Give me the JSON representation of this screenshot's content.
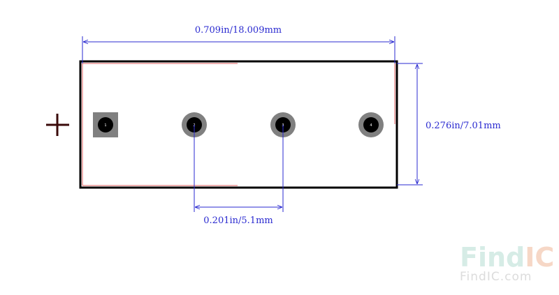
{
  "dimensions": {
    "width_label": "0.709in/18.009mm",
    "height_label": "0.276in/7.01mm",
    "pitch_label": "0.201in/5.1mm"
  },
  "pins": [
    {
      "number": "1",
      "shape": "square"
    },
    {
      "number": "2",
      "shape": "round"
    },
    {
      "number": "3",
      "shape": "round"
    },
    {
      "number": "4",
      "shape": "round"
    }
  ],
  "watermark": {
    "find": "Find",
    "ic": "IC",
    "url": "FindIC.com"
  },
  "colors": {
    "dimension": "#2a2ad0",
    "outline": "#000000",
    "courtyard": "#e06060",
    "pad": "#808080",
    "drill": "#000000",
    "origin_marker": "#3a0a0a",
    "watermark_find": "#d6ece6",
    "watermark_ic": "#f6d7c6"
  }
}
